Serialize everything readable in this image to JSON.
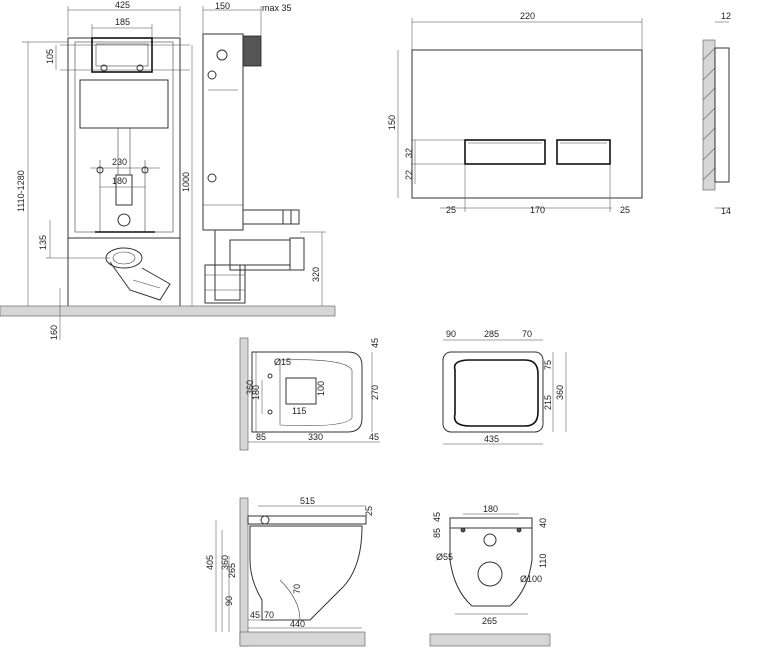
{
  "frame": {
    "width_top": "425",
    "bracket_width": "185",
    "top_bracket_height": "105",
    "height_range": "1110-1280",
    "height": "1000",
    "outlet_spacing_outer": "230",
    "outlet_spacing_inner": "180",
    "drain_height": "135",
    "floor_offset": "160"
  },
  "frame_side": {
    "depth": "150",
    "max_offset": "max 35",
    "drain_height": "320"
  },
  "flush_plate": {
    "width": "220",
    "height": "150",
    "button_height": "32",
    "bottom_offset": "22",
    "side_margin_left": "25",
    "button_width": "170",
    "side_margin_right": "25",
    "thickness": "12",
    "depth_bottom": "14"
  },
  "toilet_top": {
    "hole_diameter": "Ø15",
    "total_height": "360",
    "half_height": "180",
    "inner_height": "270",
    "top_margin": "45",
    "bottom_margin": "45",
    "inner_width": "115",
    "inner_depth": "100",
    "wall_offset": "85",
    "bowl_length": "330"
  },
  "seat_top": {
    "left_part": "90",
    "middle_part": "285",
    "right_part": "70",
    "top_part": "75",
    "height_part": "215",
    "total_height": "360",
    "total_width": "435"
  },
  "toilet_side": {
    "length": "515",
    "seat_thickness": "25",
    "total_height": "405",
    "height_360": "360",
    "height_265": "265",
    "bottom_90": "90",
    "outlet_70": "70",
    "offset_45": "45",
    "offset_70": "70",
    "base_length": "440"
  },
  "toilet_back": {
    "bolt_spacing": "180",
    "height_85": "85",
    "height_45": "45",
    "right_40": "40",
    "inlet_diameter": "Ø55",
    "outlet_diameter": "Ø100",
    "right_110": "110",
    "bottom_width": "265"
  },
  "colors": {
    "line": "#333333",
    "wall_fill": "#d6d6d6",
    "background": "#ffffff"
  }
}
